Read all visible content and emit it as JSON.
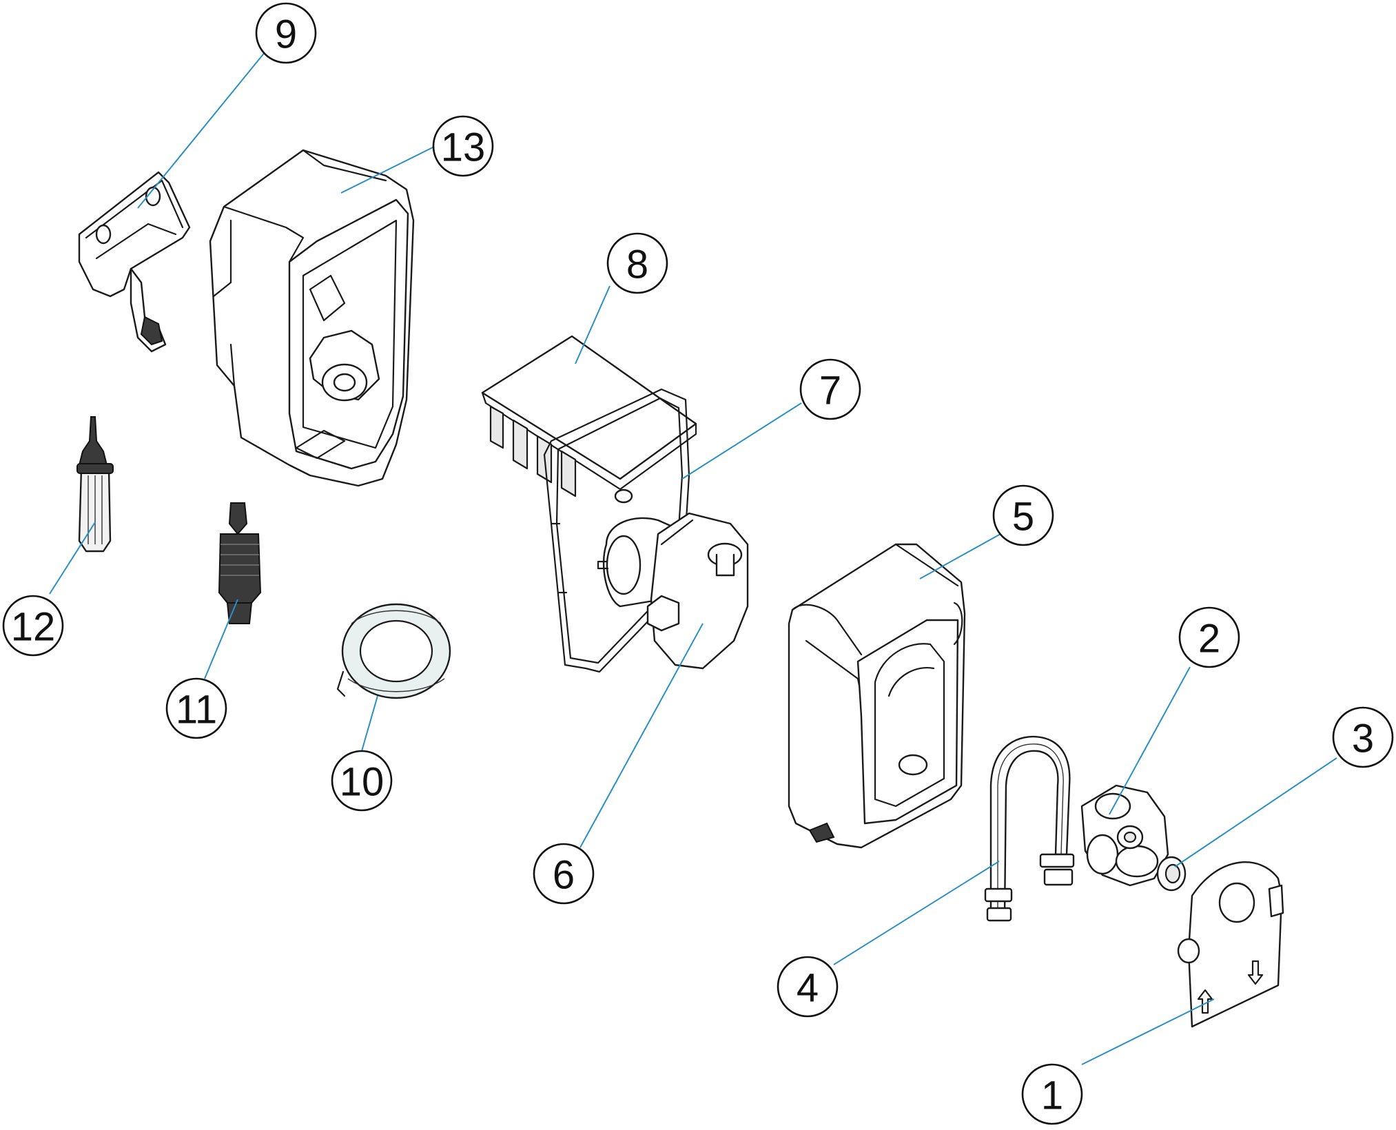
{
  "callouts": [
    {
      "id": "1",
      "label": "1"
    },
    {
      "id": "2",
      "label": "2"
    },
    {
      "id": "3",
      "label": "3"
    },
    {
      "id": "4",
      "label": "4"
    },
    {
      "id": "5",
      "label": "5"
    },
    {
      "id": "6",
      "label": "6"
    },
    {
      "id": "7",
      "label": "7"
    },
    {
      "id": "8",
      "label": "8"
    },
    {
      "id": "9",
      "label": "9"
    },
    {
      "id": "10",
      "label": "10"
    },
    {
      "id": "11",
      "label": "11"
    },
    {
      "id": "12",
      "label": "12"
    },
    {
      "id": "13",
      "label": "13"
    }
  ],
  "colors": {
    "leader": "#2a8fc4",
    "outline": "#1a1a1a",
    "background": "#ffffff"
  }
}
